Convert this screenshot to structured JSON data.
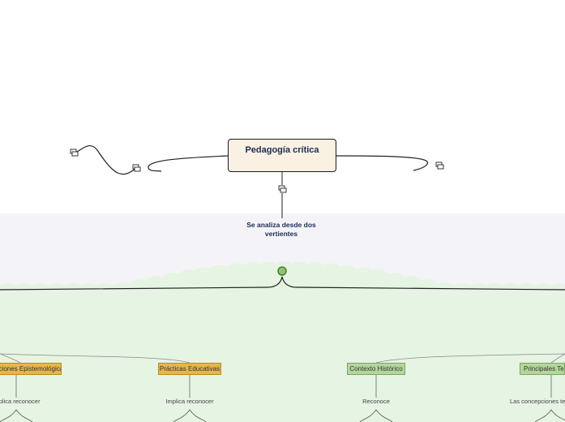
{
  "root": {
    "title": "Pedagogía crítica"
  },
  "branch": {
    "label": "Se analiza desde dos vertientes"
  },
  "topics": [
    {
      "label": "Concepciones Epistemológicas",
      "note": "Implica reconocer"
    },
    {
      "label": "Prácticas Educativas",
      "note": "Implica reconocer"
    },
    {
      "label": "Contexto Histórico",
      "note": "Reconoce"
    },
    {
      "label": "Principales Teóricos",
      "note": "Las concepciones teóricas"
    }
  ],
  "colors": {
    "root_fill": "#fbf1e2",
    "band_gray": "#f4f4f8",
    "band_green": "#e6f4e3",
    "topic_yellow": "#e7b64a",
    "topic_green": "#b3d69b",
    "title_text": "#1b2a55"
  },
  "icons": [
    "link-icon",
    "link-icon",
    "link-icon",
    "link-icon",
    "expand-node-icon"
  ]
}
